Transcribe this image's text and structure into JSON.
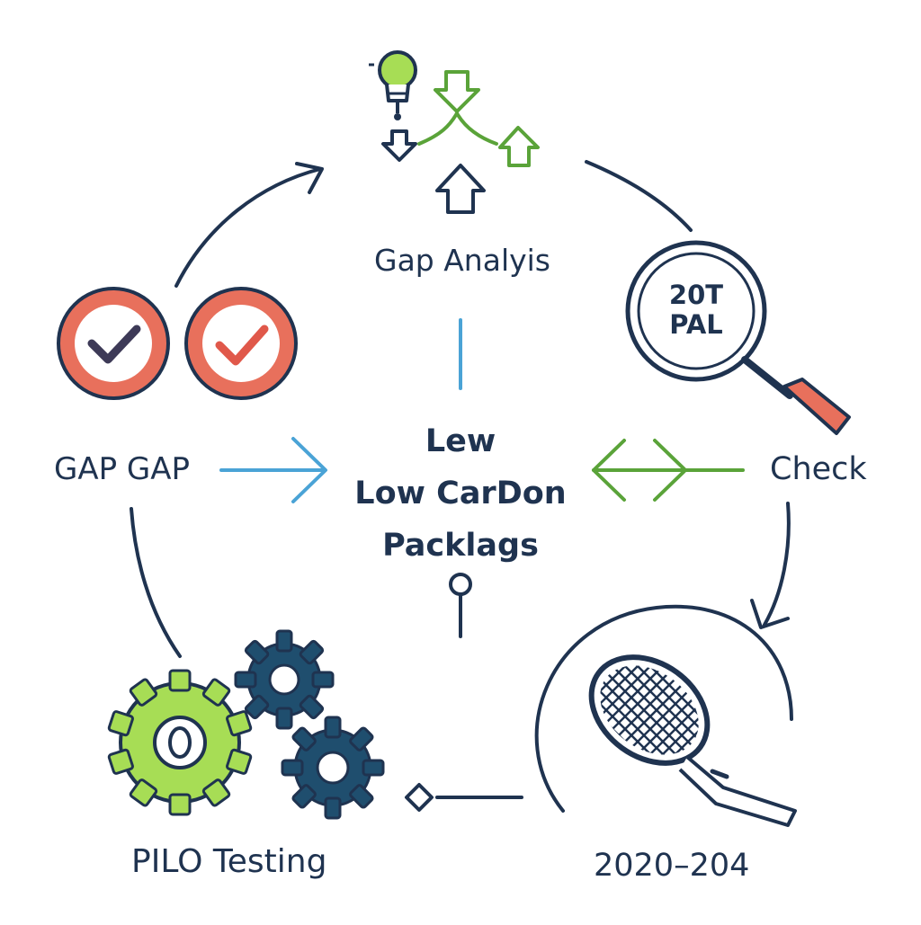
{
  "labels": {
    "gap_analysis": "Gap Analyis",
    "gap_gap": "GAP GAP",
    "check": "Check",
    "pilot_testing": "PILO Testing",
    "years": "2020–204"
  },
  "center": {
    "line1": "Lew",
    "line2": "Low CarDon",
    "line3": "Packlags"
  },
  "magnifier": {
    "line1": "20T",
    "line2": "PAL"
  },
  "colors": {
    "navy": "#1f3350",
    "green": "#5aa339",
    "lime": "#a7dd55",
    "blue": "#4aa3d6",
    "coral": "#e8705c",
    "dark_teal": "#1f4e6e"
  }
}
